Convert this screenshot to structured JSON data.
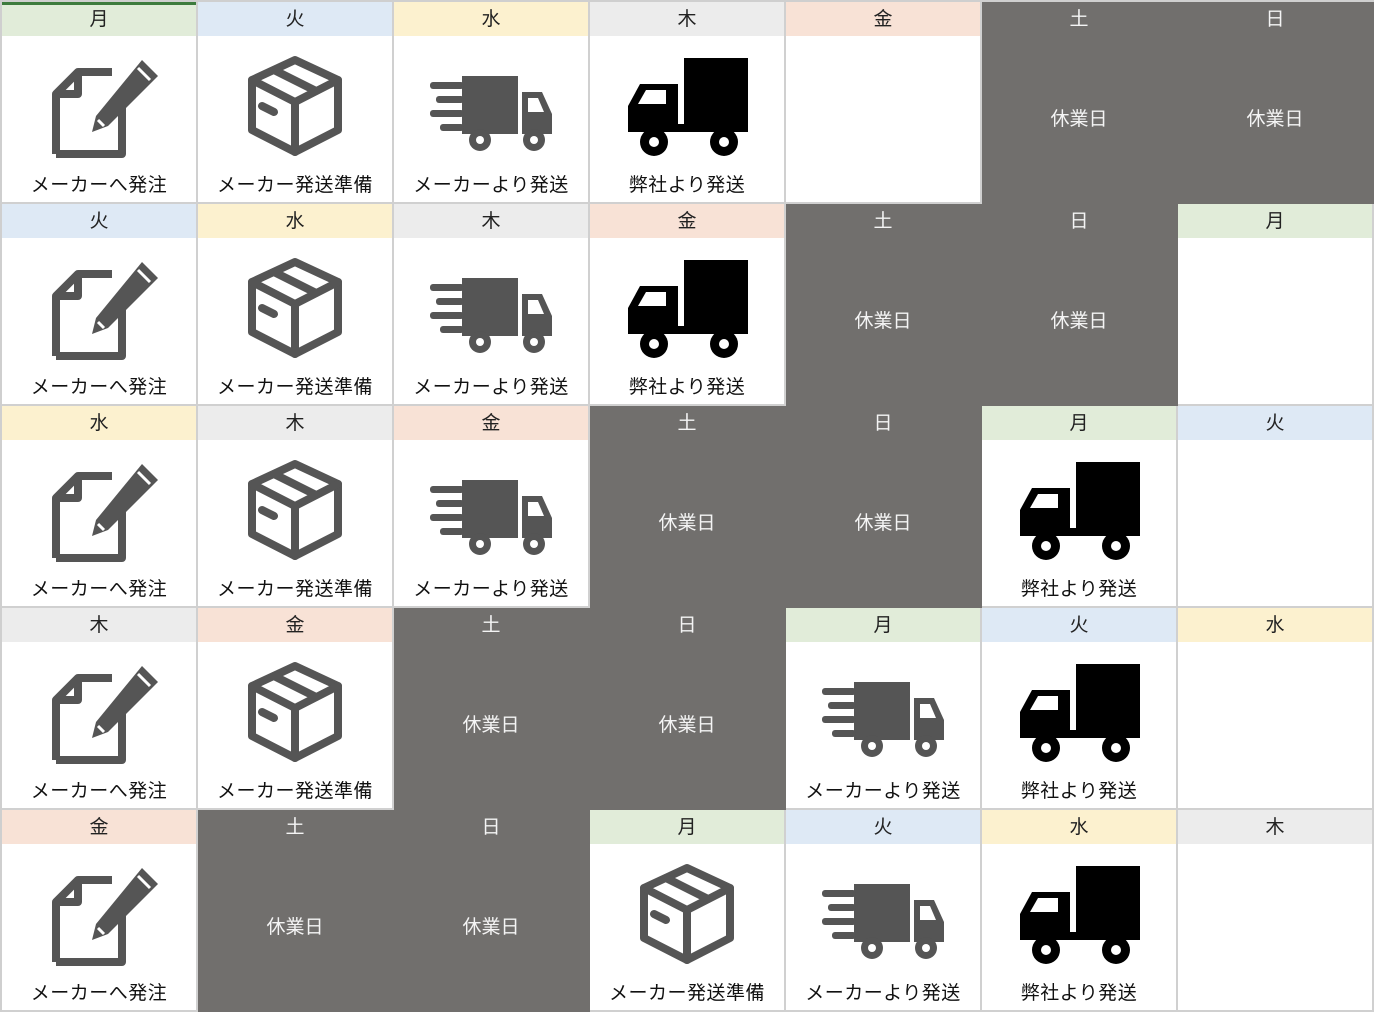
{
  "steps": {
    "order": "メーカーへ発注",
    "prepare": "メーカー発送準備",
    "maker_ship": "メーカーより発送",
    "our_ship": "弊社より発送"
  },
  "holiday_label": "休業日",
  "icons": {
    "order": "edit-pencil-icon",
    "prepare": "package-box-icon",
    "maker_ship": "fast-delivery-truck-icon",
    "our_ship": "delivery-truck-icon"
  },
  "colors": {
    "mon": "#e1ecd9",
    "tue": "#dee9f5",
    "wed": "#fcf1cf",
    "thu": "#ececec",
    "fri": "#f8e2d6",
    "holiday": "#716f6d",
    "icon_gray": "#555555",
    "icon_black": "#000000"
  },
  "rows": [
    {
      "cells": [
        {
          "day": "月",
          "step": "order"
        },
        {
          "day": "火",
          "step": "prepare"
        },
        {
          "day": "水",
          "step": "maker_ship"
        },
        {
          "day": "木",
          "step": "our_ship"
        },
        {
          "day": "金",
          "step": ""
        },
        {
          "day": "土",
          "holiday": true
        },
        {
          "day": "日",
          "holiday": true
        }
      ]
    },
    {
      "cells": [
        {
          "day": "火",
          "step": "order"
        },
        {
          "day": "水",
          "step": "prepare"
        },
        {
          "day": "木",
          "step": "maker_ship"
        },
        {
          "day": "金",
          "step": "our_ship"
        },
        {
          "day": "土",
          "holiday": true
        },
        {
          "day": "日",
          "holiday": true
        },
        {
          "day": "月",
          "step": ""
        }
      ]
    },
    {
      "cells": [
        {
          "day": "水",
          "step": "order"
        },
        {
          "day": "木",
          "step": "prepare"
        },
        {
          "day": "金",
          "step": "maker_ship"
        },
        {
          "day": "土",
          "holiday": true
        },
        {
          "day": "日",
          "holiday": true
        },
        {
          "day": "月",
          "step": "our_ship"
        },
        {
          "day": "火",
          "step": ""
        }
      ]
    },
    {
      "cells": [
        {
          "day": "木",
          "step": "order"
        },
        {
          "day": "金",
          "step": "prepare"
        },
        {
          "day": "土",
          "holiday": true
        },
        {
          "day": "日",
          "holiday": true
        },
        {
          "day": "月",
          "step": "maker_ship"
        },
        {
          "day": "火",
          "step": "our_ship"
        },
        {
          "day": "水",
          "step": ""
        }
      ]
    },
    {
      "cells": [
        {
          "day": "金",
          "step": "order"
        },
        {
          "day": "土",
          "holiday": true
        },
        {
          "day": "日",
          "holiday": true
        },
        {
          "day": "月",
          "step": "prepare"
        },
        {
          "day": "火",
          "step": "maker_ship"
        },
        {
          "day": "水",
          "step": "our_ship"
        },
        {
          "day": "木",
          "step": ""
        }
      ]
    }
  ]
}
